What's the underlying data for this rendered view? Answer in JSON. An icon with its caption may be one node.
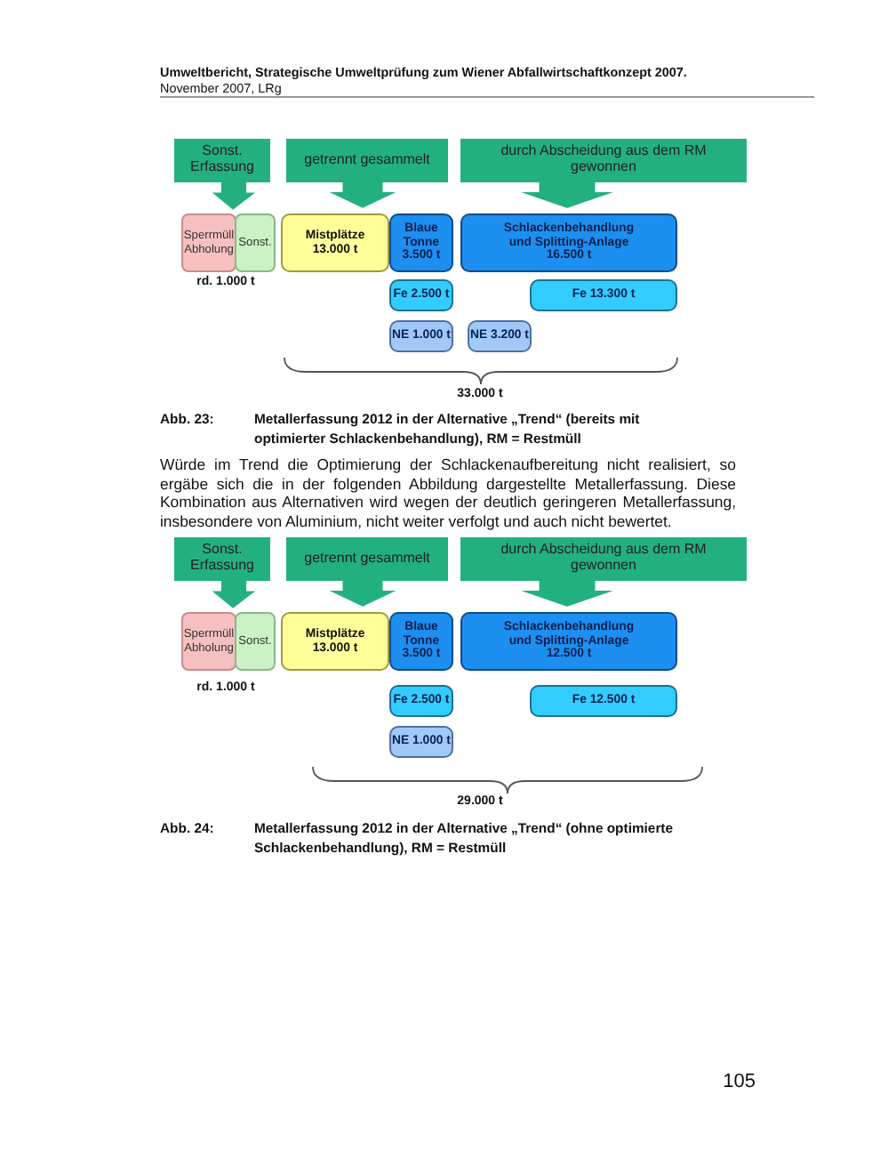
{
  "diagram": {
    "nodes": [
      {
        "text": [
          "Sonst. Erfassung"
        ]
      },
      {
        "text": [
          "getrennt gesammelt"
        ]
      },
      {
        "text": [
          "durch Abscheidung aus dem RM gewonnen"
        ]
      },
      {
        "text": [
          "Sperrmüll Abholung"
        ]
      },
      {
        "text": [
          "Sonst."
        ]
      },
      {
        "text": [
          "Mistplätze 13.000 t"
        ]
      },
      {
        "text": [
          "Blaue Tonne 3.500 t"
        ]
      },
      {
        "text": [
          "Schlackenbehandlung und Splitting-Anlage 16.500 t"
        ]
      },
      {
        "text": [
          "Fe 2.500 t"
        ]
      },
      {
        "text": [
          "Fe 13.300 t"
        ]
      },
      {
        "text": [
          "NE 1.000 t"
        ]
      },
      {
        "text": [
          "NE 3.200 t"
        ]
      },
      {
        "text": [
          "Sonst. Erfassung"
        ]
      },
      {
        "text": [
          "getrennt gesammelt"
        ]
      },
      {
        "text": [
          "durch Abscheidung aus dem RM gewonnen"
        ]
      },
      {
        "text": [
          "Sperrmüll Abholung"
        ]
      },
      {
        "text": [
          "Sonst."
        ]
      },
      {
        "text": [
          "Mistplätze 13.000 t"
        ]
      },
      {
        "text": [
          "Blaue Tonne 3.500 t"
        ]
      },
      {
        "text": [
          "Schlackenbehandlung und Splitting-Anlage 12.500 t"
        ]
      },
      {
        "text": [
          "Fe 2.500 t"
        ]
      },
      {
        "text": [
          "Fe 12.500 t"
        ]
      },
      {
        "text": [
          "NE 1.000 t"
        ]
      }
    ],
    "labels": [
      "Umweltbericht, Strategische Umweltprüfung zum Wiener Abfallwirtschaftkonzept 2007.",
      "November 2007, LRg",
      "rd. 1.000 t",
      "33.000 t",
      "Abb. 23:",
      "Metallerfassung 2012 in der Alternative „Trend“ (bereits mit optimierter Schlackenbehandlung), RM = Restmüll",
      "Würde im Trend die Optimierung der Schlackenaufbereitung nicht realisiert, so ergäbe sich die in der folgenden Abbildung dargestellte Metallerfassung. Diese Kombination aus Alternativen wird wegen der deutlich geringeren Metallerfassung, insbesondere von Aluminium, nicht weiter verfolgt und auch nicht bewertet.",
      "rd. 1.000 t",
      "29.000 t",
      "Abb. 24:",
      "Metallerfassung 2012 in der Alternative „Trend“ (ohne optimierte Schlackenbehandlung), RM = Restmüll",
      "105"
    ]
  }
}
